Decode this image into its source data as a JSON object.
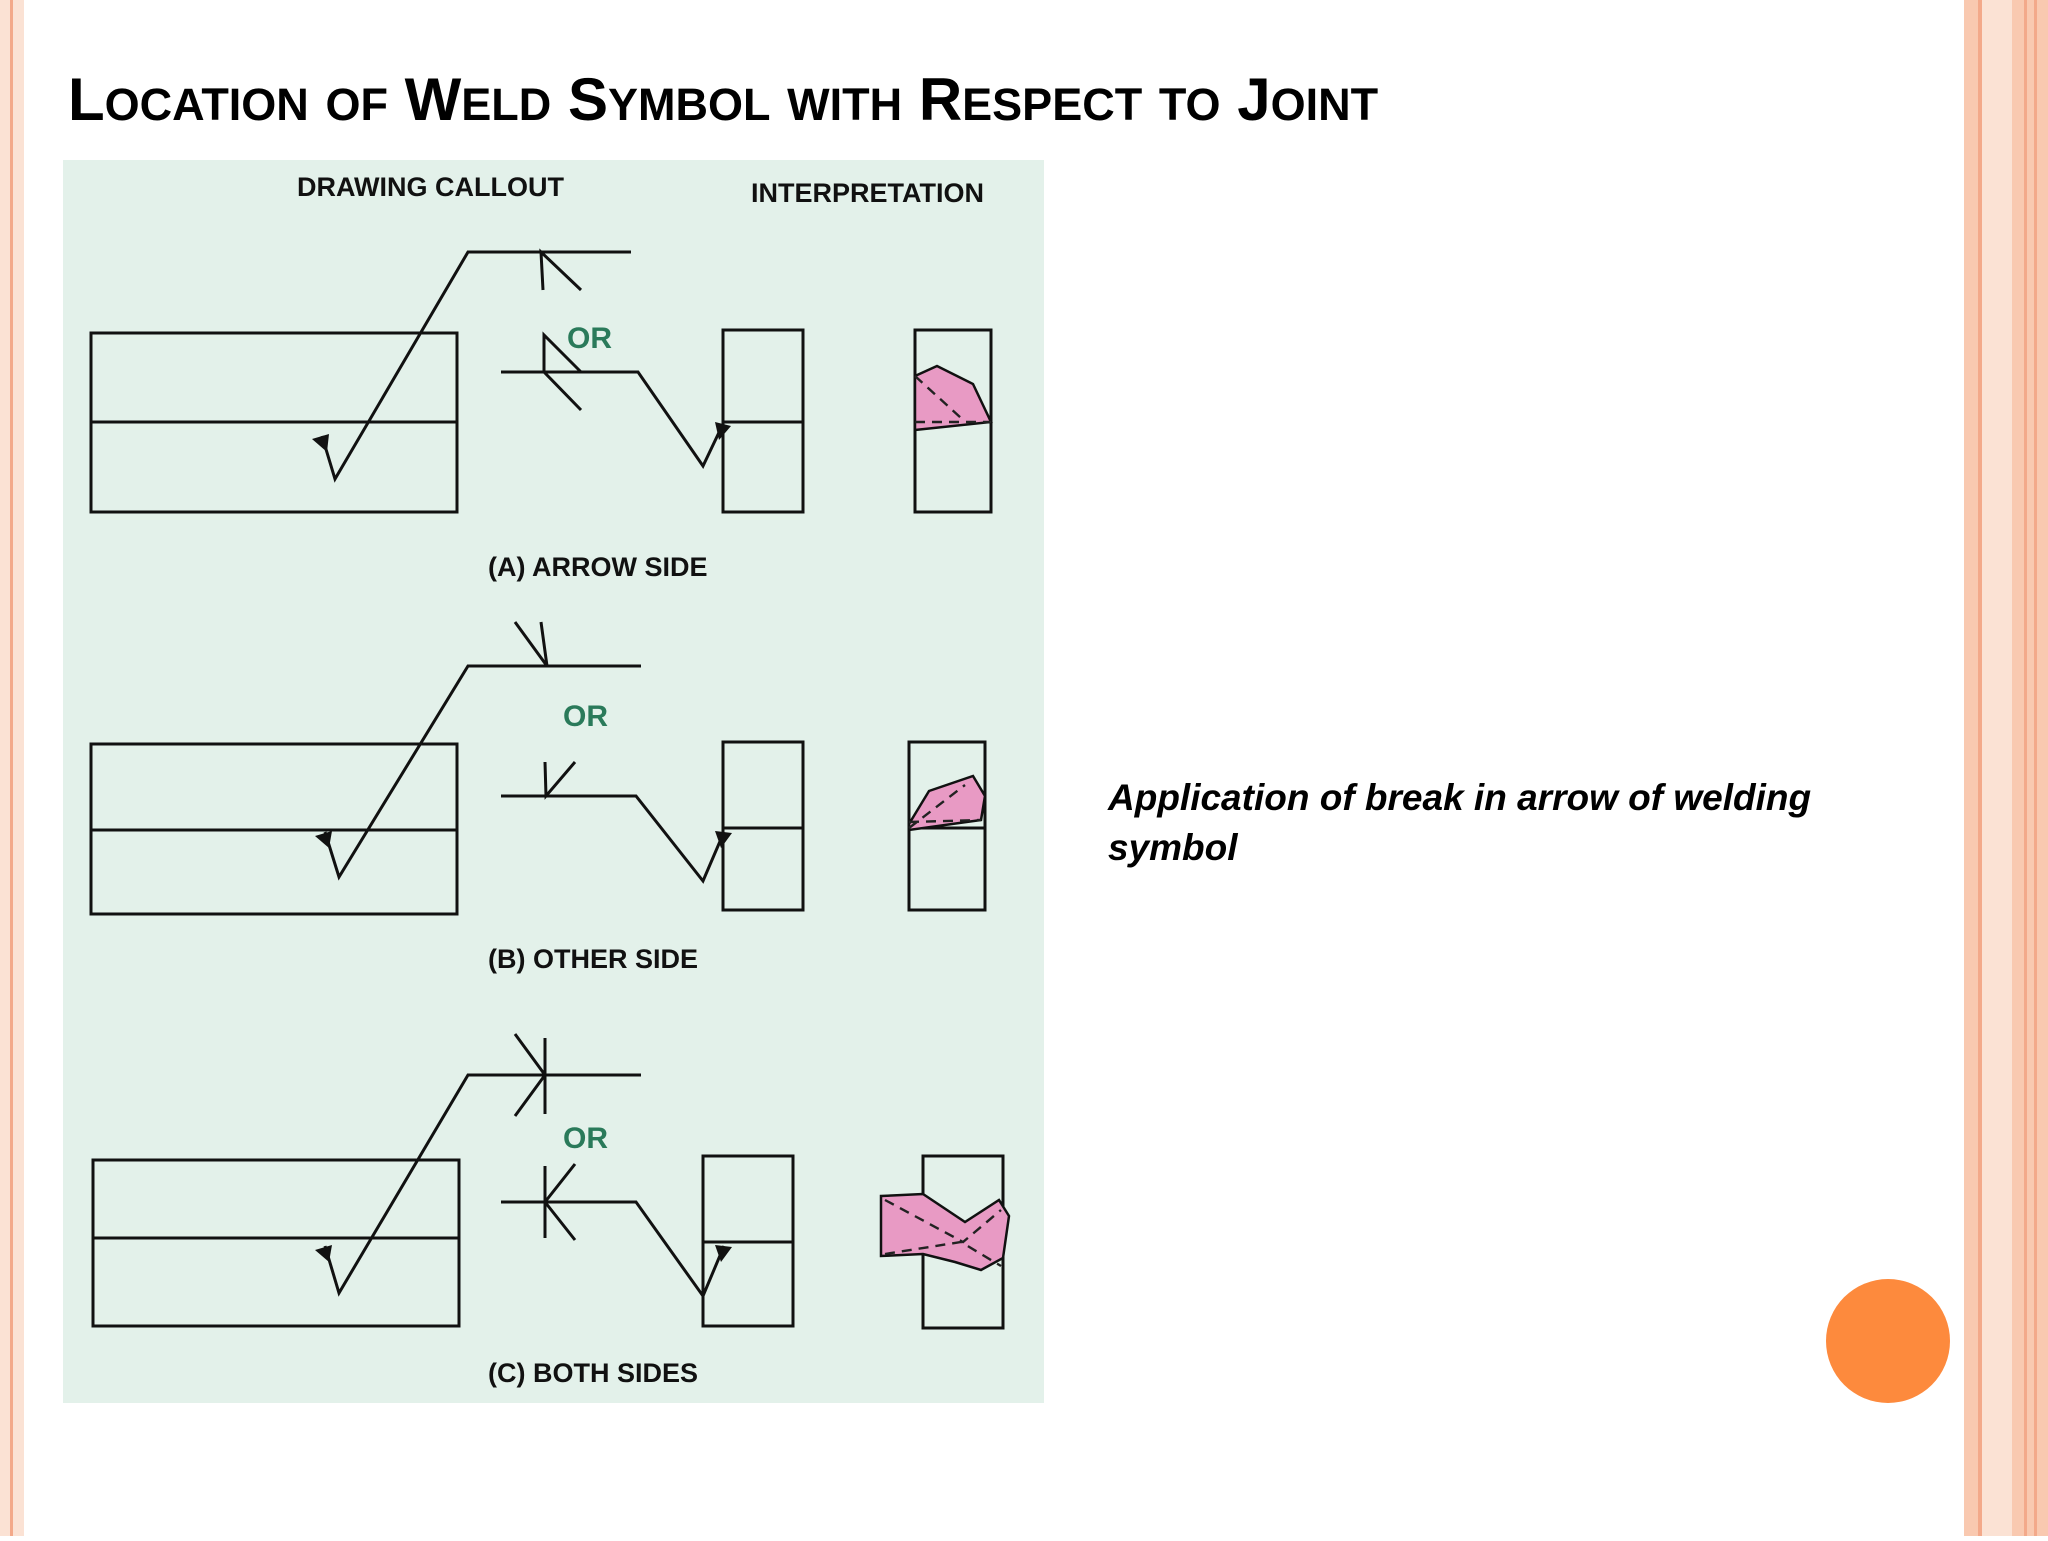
{
  "slide": {
    "title": {
      "w1_cap": "L",
      "w1_rest": "OCATION",
      "w2": "OF",
      "w3_cap": "W",
      "w3_rest": "ELD",
      "w4_cap": "S",
      "w4_rest": "YMBOL",
      "w5": "WITH",
      "w6_cap": "R",
      "w6_rest": "ESPECT",
      "w7": "TO",
      "w8_cap": "J",
      "w8_rest": "OINT"
    },
    "caption": "Application of break in arrow of welding symbol",
    "colors": {
      "border_outer": "#f9c9b0",
      "border_inner": "#fbe2d4",
      "border_stripe": "#f3a98a",
      "accent_circle": "#fd8a3d",
      "weld_fill": "#e89ac4",
      "or_text": "#2a7a5a",
      "figure_bg": "#e3f1ea"
    }
  },
  "figure": {
    "header_callout": "DRAWING CALLOUT",
    "header_interpretation": "INTERPRETATION",
    "or_label": "OR",
    "panels": [
      {
        "label": "(A) ARROW SIDE"
      },
      {
        "label": "(B) OTHER SIDE"
      },
      {
        "label": "(C) BOTH SIDES"
      }
    ]
  }
}
